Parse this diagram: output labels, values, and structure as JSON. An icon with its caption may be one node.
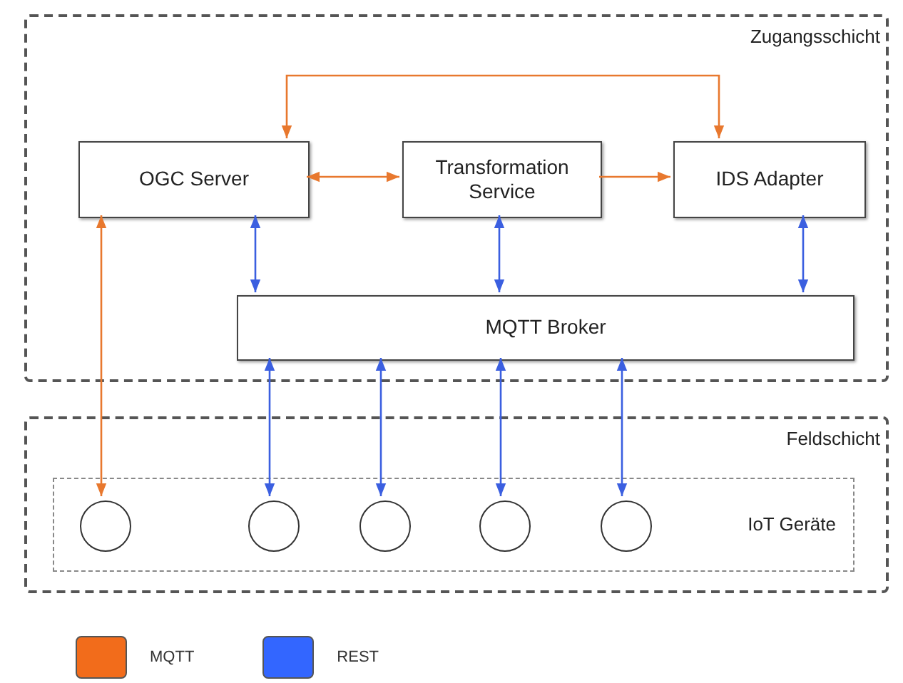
{
  "diagram": {
    "nodes": [
      {
        "text": [
          "Zugangsschicht"
        ]
      },
      {
        "text": [
          "OGC Server"
        ],
        "in": 0
      },
      {
        "text": [
          "Transformation Service"
        ],
        "in": 0
      },
      {
        "text": [
          "IDS Adapter"
        ],
        "in": 0
      },
      {
        "text": [
          "MQTT Broker"
        ],
        "in": 0
      },
      {
        "text": [
          "Feldschicht"
        ]
      },
      {
        "text": [
          "IoT Geräte"
        ],
        "in": 5
      },
      {
        "text": [],
        "shape": "circle",
        "in": 6
      },
      {
        "text": [],
        "shape": "circle",
        "in": 6
      },
      {
        "text": [],
        "shape": "circle",
        "in": 6
      },
      {
        "text": [],
        "shape": "circle",
        "in": 6
      },
      {
        "text": [],
        "shape": "circle",
        "in": 6
      }
    ],
    "edges": [
      {
        "from": 1,
        "to": 3,
        "arrow": "both",
        "color": "#e8782e"
      },
      {
        "from": 1,
        "to": 2,
        "arrow": "both",
        "color": "#e8782e"
      },
      {
        "from": 2,
        "to": 3,
        "arrow": "to",
        "color": "#e8782e"
      },
      {
        "from": 1,
        "to": 7,
        "arrow": "both",
        "color": "#e8782e"
      },
      {
        "from": 1,
        "to": 4,
        "arrow": "both"
      },
      {
        "from": 2,
        "to": 4,
        "arrow": "both"
      },
      {
        "from": 3,
        "to": 4,
        "arrow": "both"
      },
      {
        "from": 4,
        "to": 8,
        "arrow": "both"
      },
      {
        "from": 4,
        "to": 9,
        "arrow": "both"
      },
      {
        "from": 4,
        "to": 10,
        "arrow": "both"
      },
      {
        "from": 4,
        "to": 11,
        "arrow": "both"
      }
    ],
    "legend": [
      {
        "text": "MQTT",
        "color": "#f26c1b"
      },
      {
        "text": "REST",
        "color": "#3366ff"
      }
    ]
  }
}
